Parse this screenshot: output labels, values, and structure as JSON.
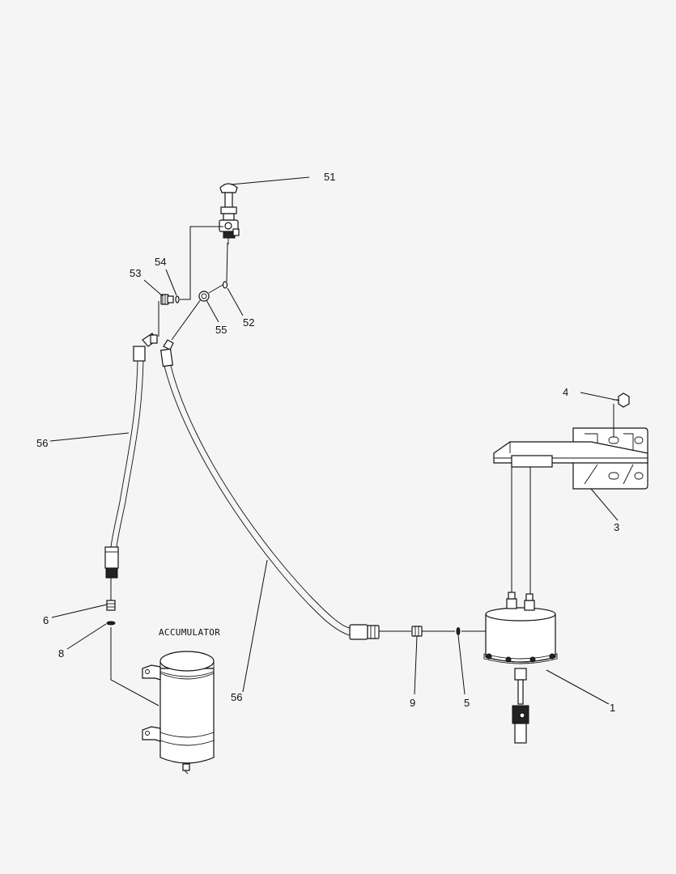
{
  "callouts": {
    "c1": "1",
    "c3": "3",
    "c4": "4",
    "c5": "5",
    "c6": "6",
    "c8": "8",
    "c9": "9",
    "c51": "51",
    "c52": "52",
    "c53": "53",
    "c54": "54",
    "c55": "55",
    "c56a": "56",
    "c56b": "56"
  },
  "caption": {
    "accumulator": "ACCUMULATOR"
  }
}
